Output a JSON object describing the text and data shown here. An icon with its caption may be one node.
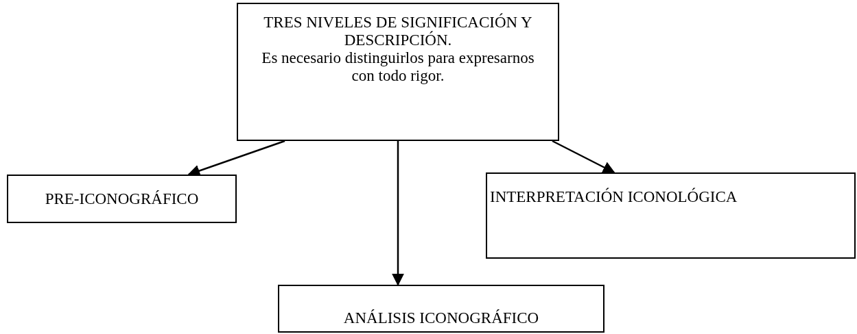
{
  "diagram": {
    "nodes": [
      {
        "text": [
          "TRES NIVELES DE SIGNIFICACIÓN Y DESCRIPCIÓN.",
          "Es necesario distinguirlos para expresarnos con todo rigor."
        ]
      },
      {
        "text": [
          "PRE-ICONOGRÁFICO"
        ]
      },
      {
        "text": [
          "INTERPRETACIÓN ICONOLÓGICA"
        ]
      },
      {
        "text": [
          "ANÁLISIS ICONOGRÁFICO"
        ]
      }
    ],
    "edges": [
      {
        "from": 0,
        "to": 1,
        "arrow": "to"
      },
      {
        "from": 0,
        "to": 3,
        "arrow": "to"
      },
      {
        "from": 0,
        "to": 2,
        "arrow": "to"
      }
    ]
  }
}
